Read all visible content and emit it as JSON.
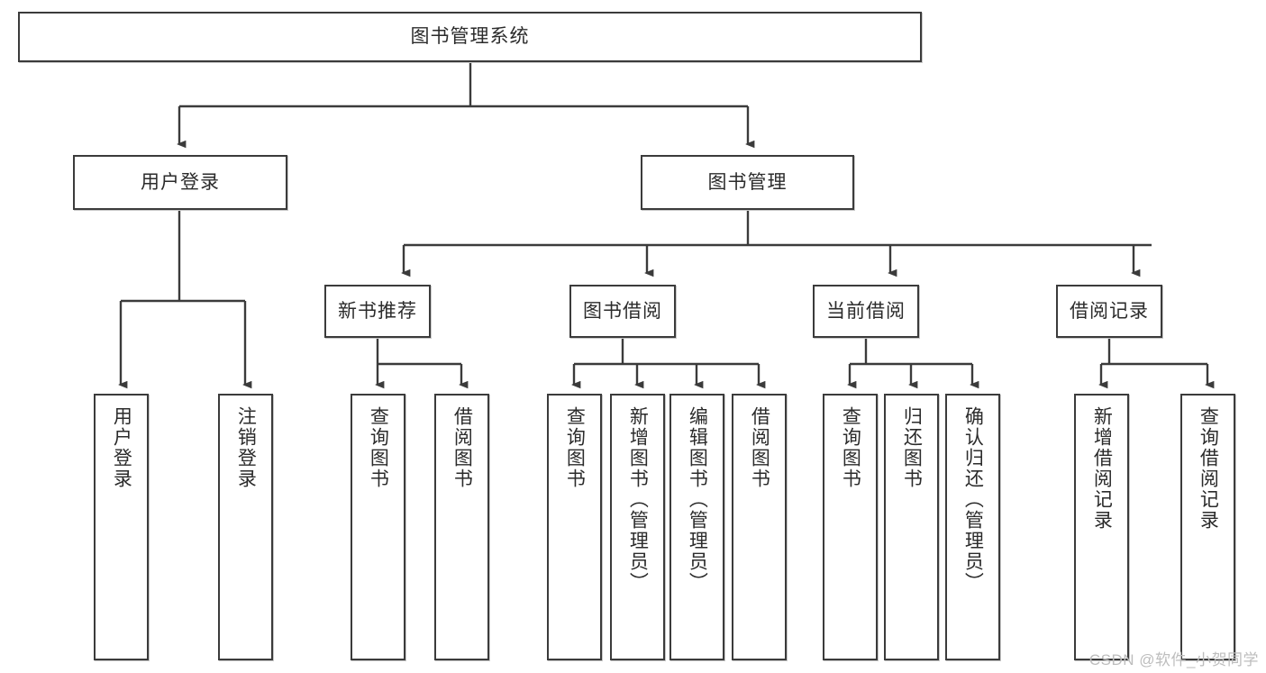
{
  "diagram": {
    "title": "图书管理系统",
    "watermark": "CSDN @软件_小贺同学",
    "line_color": "#3b3b3b",
    "text_color": "#2b2b2b",
    "background": "#ffffff"
  },
  "root": {
    "label": "图书管理系统"
  },
  "level2": [
    {
      "label": "用户登录"
    },
    {
      "label": "图书管理"
    }
  ],
  "level3": [
    {
      "label": "新书推荐"
    },
    {
      "label": "图书借阅"
    },
    {
      "label": "当前借阅"
    },
    {
      "label": "借阅记录"
    }
  ],
  "leaves": {
    "user_login": [
      {
        "label": "用户登录"
      },
      {
        "label": "注销登录"
      }
    ],
    "new_book": [
      {
        "label": "查询图书"
      },
      {
        "label": "借阅图书"
      }
    ],
    "book_borrow": [
      {
        "label": "查询图书"
      },
      {
        "label": "新增图书（管理员）"
      },
      {
        "label": "编辑图书（管理员）"
      },
      {
        "label": "借阅图书"
      }
    ],
    "current_borrow": [
      {
        "label": "查询图书"
      },
      {
        "label": "归还图书"
      },
      {
        "label": "确认归还（管理员）"
      }
    ],
    "borrow_record": [
      {
        "label": "新增借阅记录"
      },
      {
        "label": "查询借阅记录"
      }
    ]
  }
}
